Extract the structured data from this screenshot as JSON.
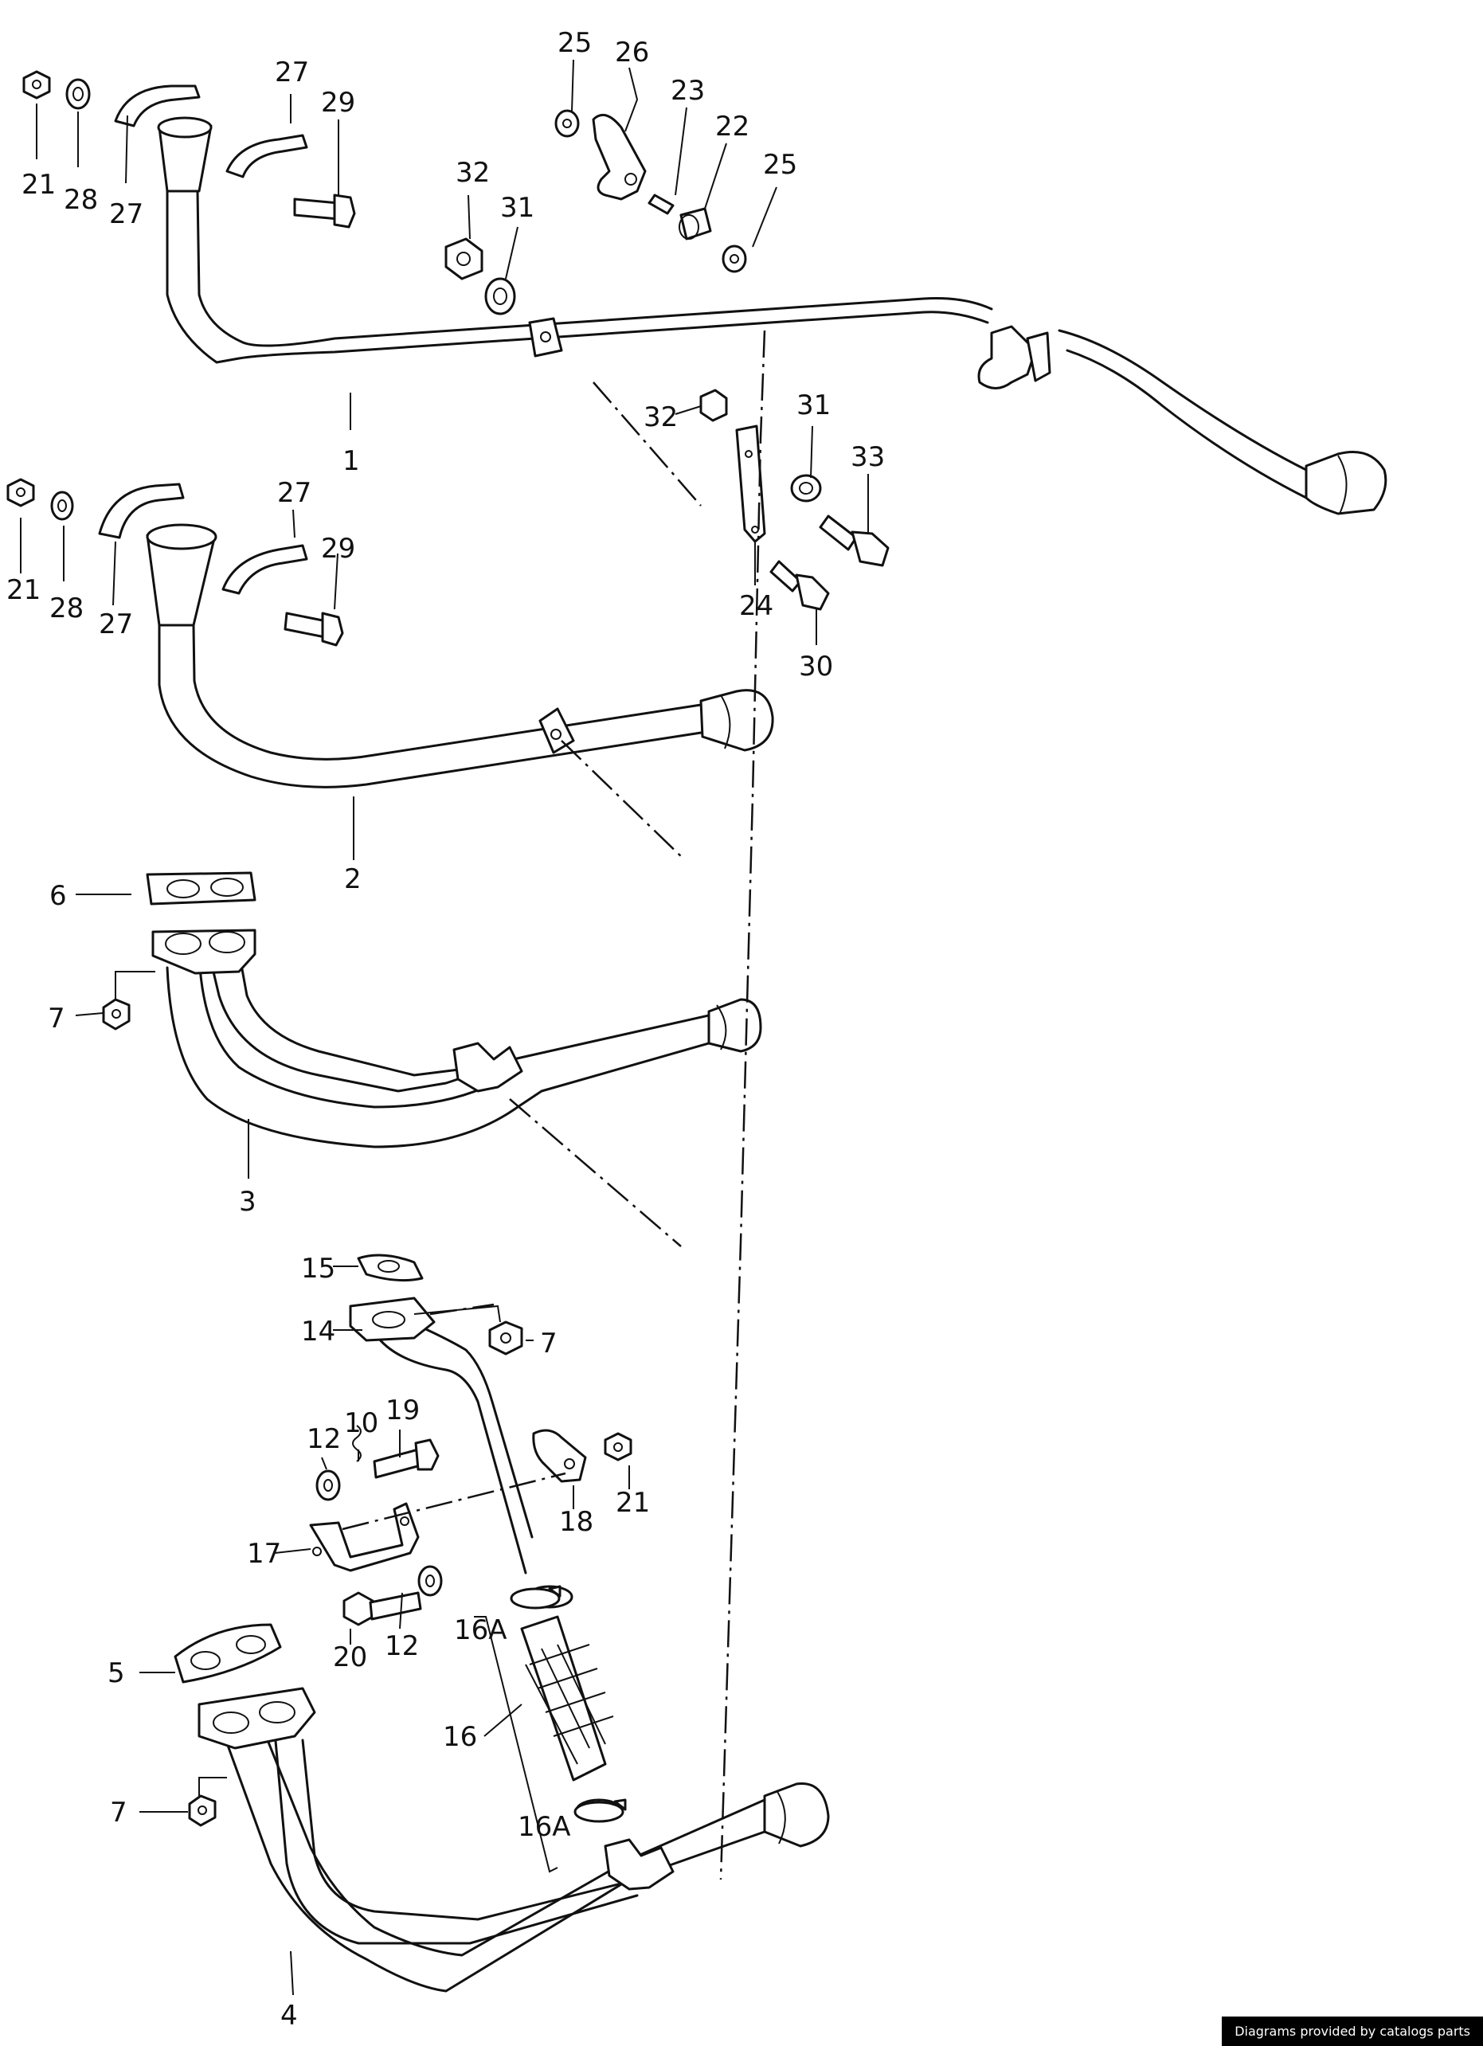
{
  "credit": "Diagrams provided by catalogs parts",
  "callouts": {
    "c1": "1",
    "c2": "2",
    "c3": "3",
    "c4": "4",
    "c5": "5",
    "c6": "6",
    "c7": "7",
    "c10": "10",
    "c12": "12",
    "c14": "14",
    "c15": "15",
    "c16": "16",
    "c16a": "16A",
    "c17": "17",
    "c18": "18",
    "c19": "19",
    "c20": "20",
    "c21": "21",
    "c22": "22",
    "c23": "23",
    "c24": "24",
    "c25": "25",
    "c26": "26",
    "c27": "27",
    "c28": "28",
    "c29": "29",
    "c30": "30",
    "c31": "31",
    "c32": "32",
    "c33": "33"
  }
}
